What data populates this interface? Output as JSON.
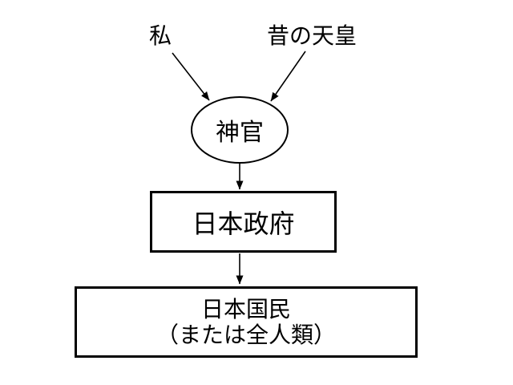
{
  "diagram": {
    "background_color": "#ffffff",
    "line_color": "#000000",
    "nodes": {
      "me": {
        "label": "私",
        "shape": "text"
      },
      "former_emperor": {
        "label": "昔の天皇",
        "shape": "text"
      },
      "priest": {
        "label": "神官",
        "shape": "ellipse"
      },
      "japanese_government": {
        "label": "日本政府",
        "shape": "rectangle"
      },
      "japanese_citizens": {
        "label_line1": "日本国民",
        "label_line2": "（または全人類）",
        "shape": "rectangle"
      }
    },
    "edges": [
      {
        "from": "me",
        "to": "priest"
      },
      {
        "from": "former_emperor",
        "to": "priest"
      },
      {
        "from": "priest",
        "to": "japanese_government"
      },
      {
        "from": "japanese_government",
        "to": "japanese_citizens"
      }
    ]
  }
}
